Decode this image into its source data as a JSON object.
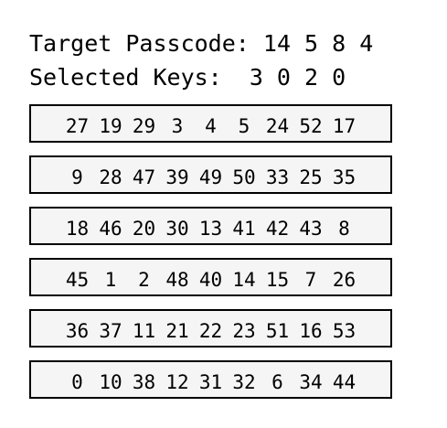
{
  "header": {
    "target_label": "Target Passcode:",
    "target_value": "14 5 8 4",
    "selected_label": "Selected Keys:",
    "selected_value": "3 0 2 0"
  },
  "key_rows": [
    [
      "27",
      "19",
      "29",
      "3",
      "4",
      "5",
      "24",
      "52",
      "17"
    ],
    [
      "9",
      "28",
      "47",
      "39",
      "49",
      "50",
      "33",
      "25",
      "35"
    ],
    [
      "18",
      "46",
      "20",
      "30",
      "13",
      "41",
      "42",
      "43",
      "8"
    ],
    [
      "45",
      "1",
      "2",
      "48",
      "40",
      "14",
      "15",
      "7",
      "26"
    ],
    [
      "36",
      "37",
      "11",
      "21",
      "22",
      "23",
      "51",
      "16",
      "53"
    ],
    [
      "0",
      "10",
      "38",
      "12",
      "31",
      "32",
      "6",
      "34",
      "44"
    ]
  ]
}
